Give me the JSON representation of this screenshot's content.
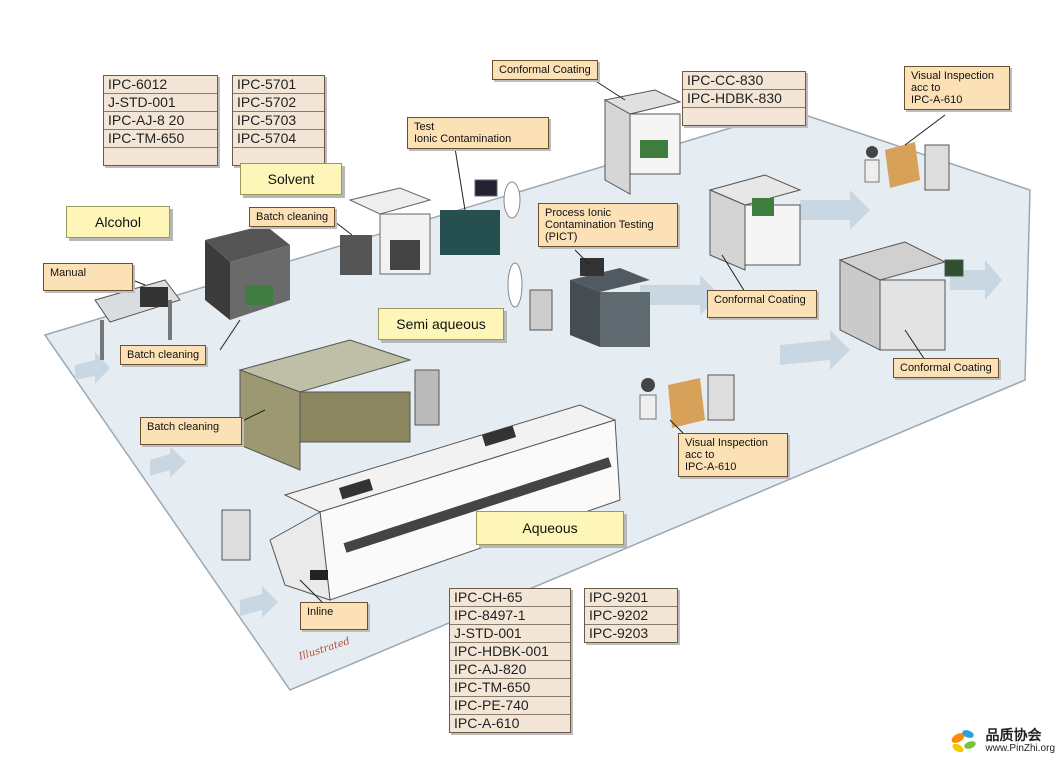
{
  "standards_left_1": [
    "IPC-6012",
    "J-STD-001",
    "IPC-AJ-8 20",
    "IPC-TM-650",
    ""
  ],
  "standards_left_2": [
    "IPC-5701",
    "IPC-5702",
    "IPC-5703",
    "IPC-5704",
    ""
  ],
  "standards_coating": [
    "IPC-CC-830",
    "IPC-HDBK-830",
    ""
  ],
  "standards_bottom_1": [
    "IPC-CH-65",
    "IPC-8497-1",
    "J-STD-001",
    "IPC-HDBK-001",
    "IPC-AJ-820",
    "IPC-TM-650",
    "IPC-PE-740",
    "IPC-A-610"
  ],
  "standards_bottom_2": [
    "IPC-9201",
    "IPC-9202",
    "IPC-9203"
  ],
  "zones": {
    "solvent": "Solvent",
    "alcohol": "Alcohol",
    "semi_aqueous": "Semi aqueous",
    "aqueous": "Aqueous"
  },
  "callouts": {
    "conformal_coating_top": "Conformal Coating",
    "test_ionic": "Test\nIonic Contamination",
    "visual_top": "Visual Inspection\nacc to\nIPC-A-610",
    "batch_cleaning_1": "Batch cleaning",
    "pict": "Process Ionic\nContamination Testing\n(PICT)",
    "manual": "Manual",
    "conformal_coating_mid": "Conformal Coating",
    "batch_cleaning_2": "Batch cleaning",
    "conformal_coating_right": "Conformal Coating",
    "batch_cleaning_3": "Batch cleaning",
    "visual_bottom": "Visual Inspection\nacc to\nIPC-A-610",
    "inline": "Inline"
  },
  "logo": {
    "name": "品质协会",
    "url": "www.PinZhi.org"
  },
  "colors": {
    "floor": "#e6edf2",
    "arrow": "#c9d8e3",
    "callout": "#fde1b6",
    "zone_label": "#fdf6b8",
    "standard": "#f3e6d6"
  }
}
